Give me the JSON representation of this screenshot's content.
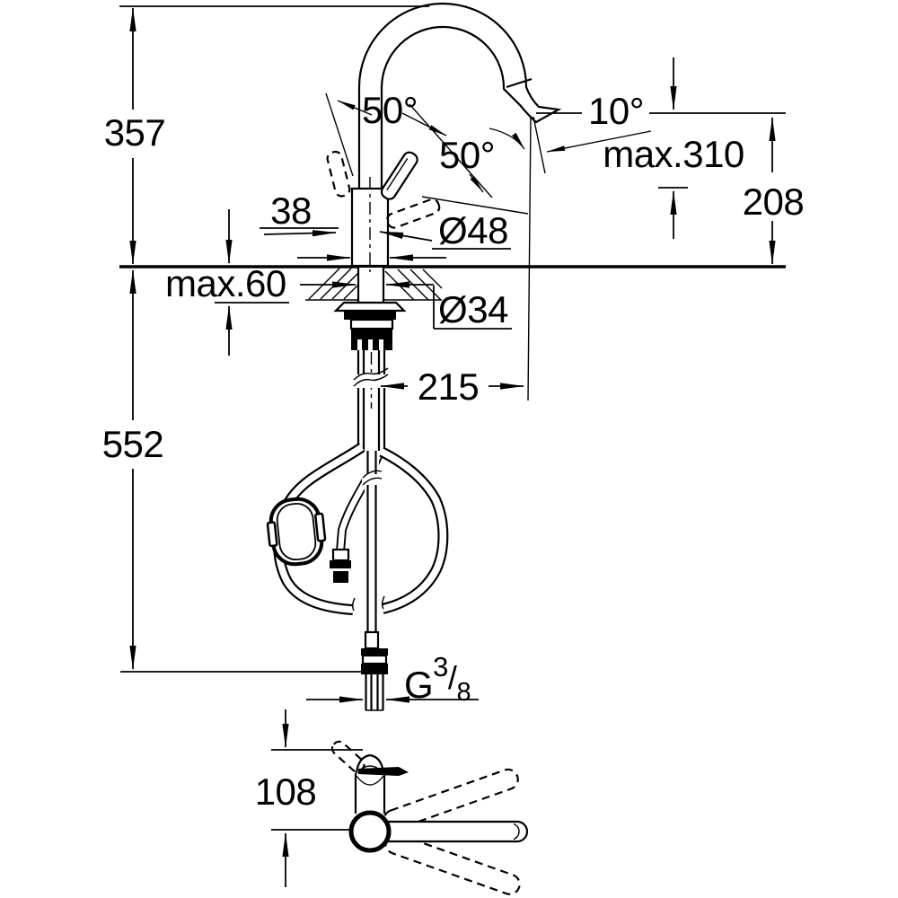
{
  "drawing": {
    "kind": "technical dimensional drawing",
    "subject": "single-lever pull-out kitchen faucet, front view with counter cross-section and top view",
    "units": "mm"
  },
  "colors": {
    "line": "#000000",
    "background": "#ffffff"
  },
  "labels": {
    "height_above_counter": "357",
    "depth_below_counter": "552",
    "outlet_height": "208",
    "outlet_angle": "10°",
    "max_height": "max.310",
    "handle_swing_angle": "50°",
    "spout_tilt_angle": "50°",
    "front_offset": "38",
    "body_diameter": "Ø48",
    "max_counter_thickness": "max.60",
    "shank_diameter": "Ø34",
    "spout_reach": "215",
    "thread_G": "G",
    "thread_sup": "3",
    "thread_slash": "/",
    "thread_sub": "8",
    "top_view_offset": "108"
  }
}
